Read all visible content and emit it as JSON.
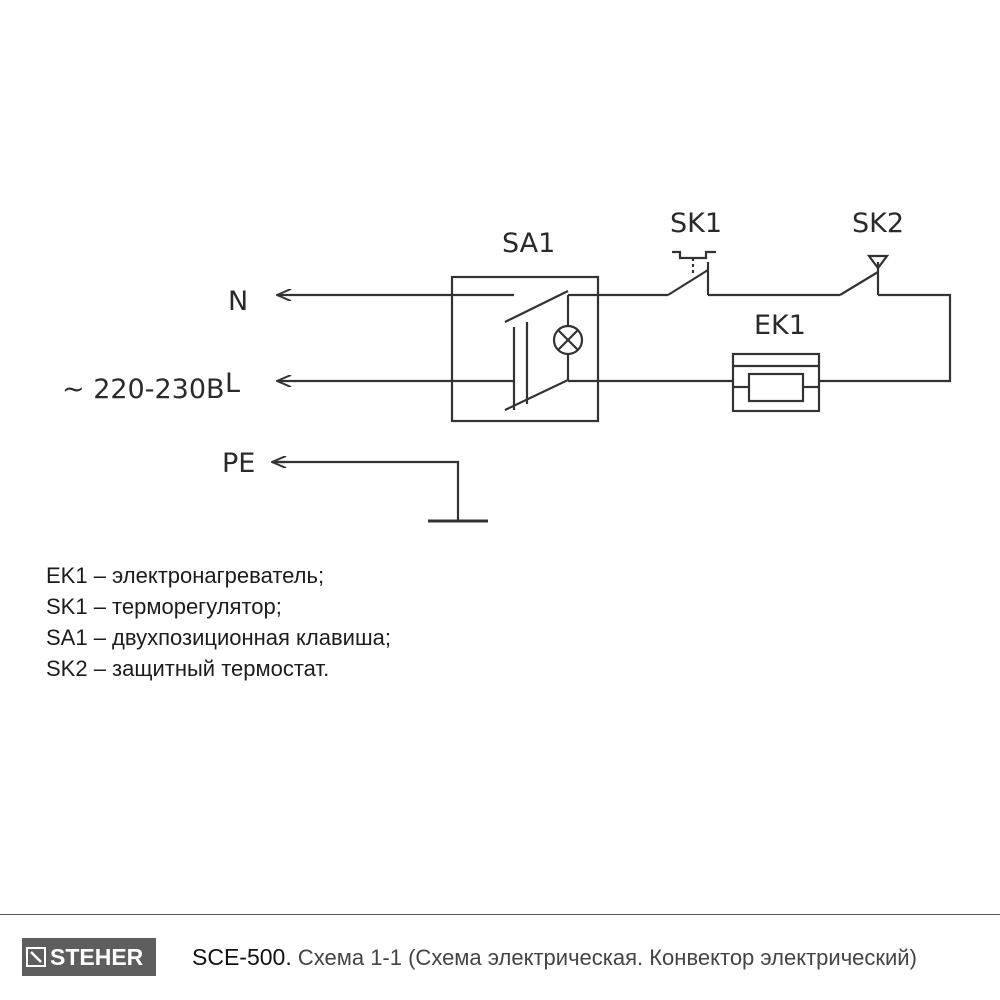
{
  "diagram": {
    "labels": {
      "sa1": "SA1",
      "sk1": "SK1",
      "sk2": "SK2",
      "ek1": "EK1",
      "n": "N",
      "l": "L",
      "pe": "PE",
      "voltage": "~ 220-230В"
    }
  },
  "legend": [
    "EK1 – электронагреватель;",
    "SK1 – терморегулятор;",
    "SA1 – двухпозиционная клавиша;",
    "SK2 – защитный термостат."
  ],
  "footer": {
    "brand": "STEHER",
    "model": "SCE-500.",
    "caption": "Схема 1-1 (Схема электрическая. Конвектор электрический)"
  },
  "colors": {
    "line": "#333333",
    "logo_bg": "#5e5e5e"
  }
}
